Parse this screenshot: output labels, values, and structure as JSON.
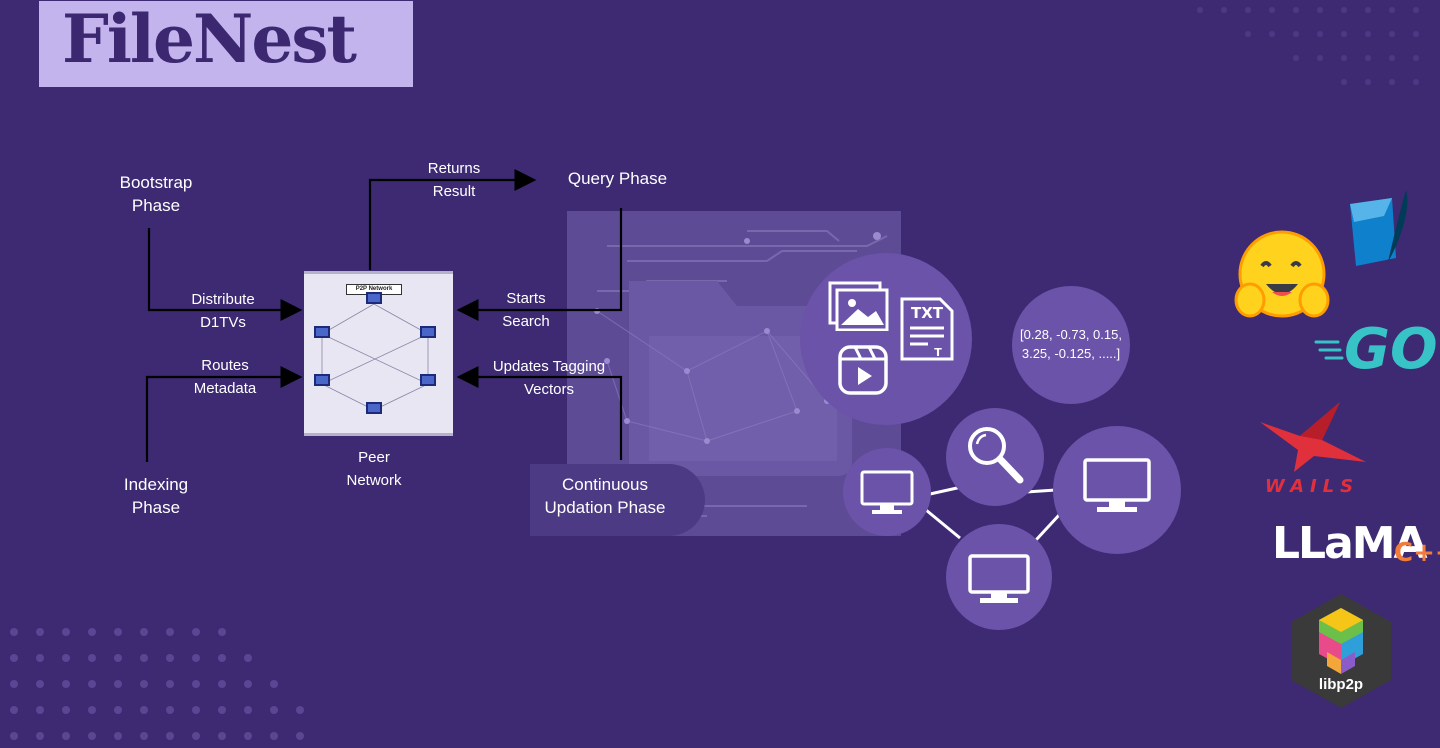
{
  "logo": {
    "text": "FileNest"
  },
  "phases": {
    "bootstrap": [
      "Bootstrap",
      "Phase"
    ],
    "indexing": [
      "Indexing",
      "Phase"
    ],
    "query": "Query Phase",
    "continuous": [
      "Continuous",
      "Updation Phase"
    ],
    "peer": [
      "Peer",
      "Network"
    ]
  },
  "edges": {
    "distribute": [
      "Distribute",
      "D1TVs"
    ],
    "routes": [
      "Routes",
      "Metadata"
    ],
    "returns": [
      "Returns",
      "Result"
    ],
    "starts": [
      "Starts",
      "Search"
    ],
    "updates": [
      "Updates Tagging",
      "Vectors"
    ]
  },
  "peer_network_diagram": {
    "title": "P2P Network"
  },
  "file_types": {
    "txt": "TXT",
    "t": "T"
  },
  "vector": [
    "[0.28, -0.73, 0.15,",
    "3.25, -0.125, .....]"
  ],
  "tech_logos": {
    "go": "GO",
    "wails": "WAILS",
    "llama": "LLaMA",
    "cpp": "C++",
    "libp2p": "libp2p"
  },
  "colors": {
    "background": "#3d2a73",
    "logo_bg": "#c3b4ee",
    "circle": "#6a53a8",
    "accent_go": "#38c4c6",
    "accent_wails": "#e0303c",
    "accent_llama_cpp": "#f07b3a"
  },
  "icons": [
    "image-icon",
    "txt-file-icon",
    "video-icon",
    "search-icon",
    "monitor-icon",
    "hugging-face-icon",
    "sqlite-icon",
    "go-icon",
    "wails-icon",
    "llama-cpp-icon",
    "libp2p-icon"
  ]
}
